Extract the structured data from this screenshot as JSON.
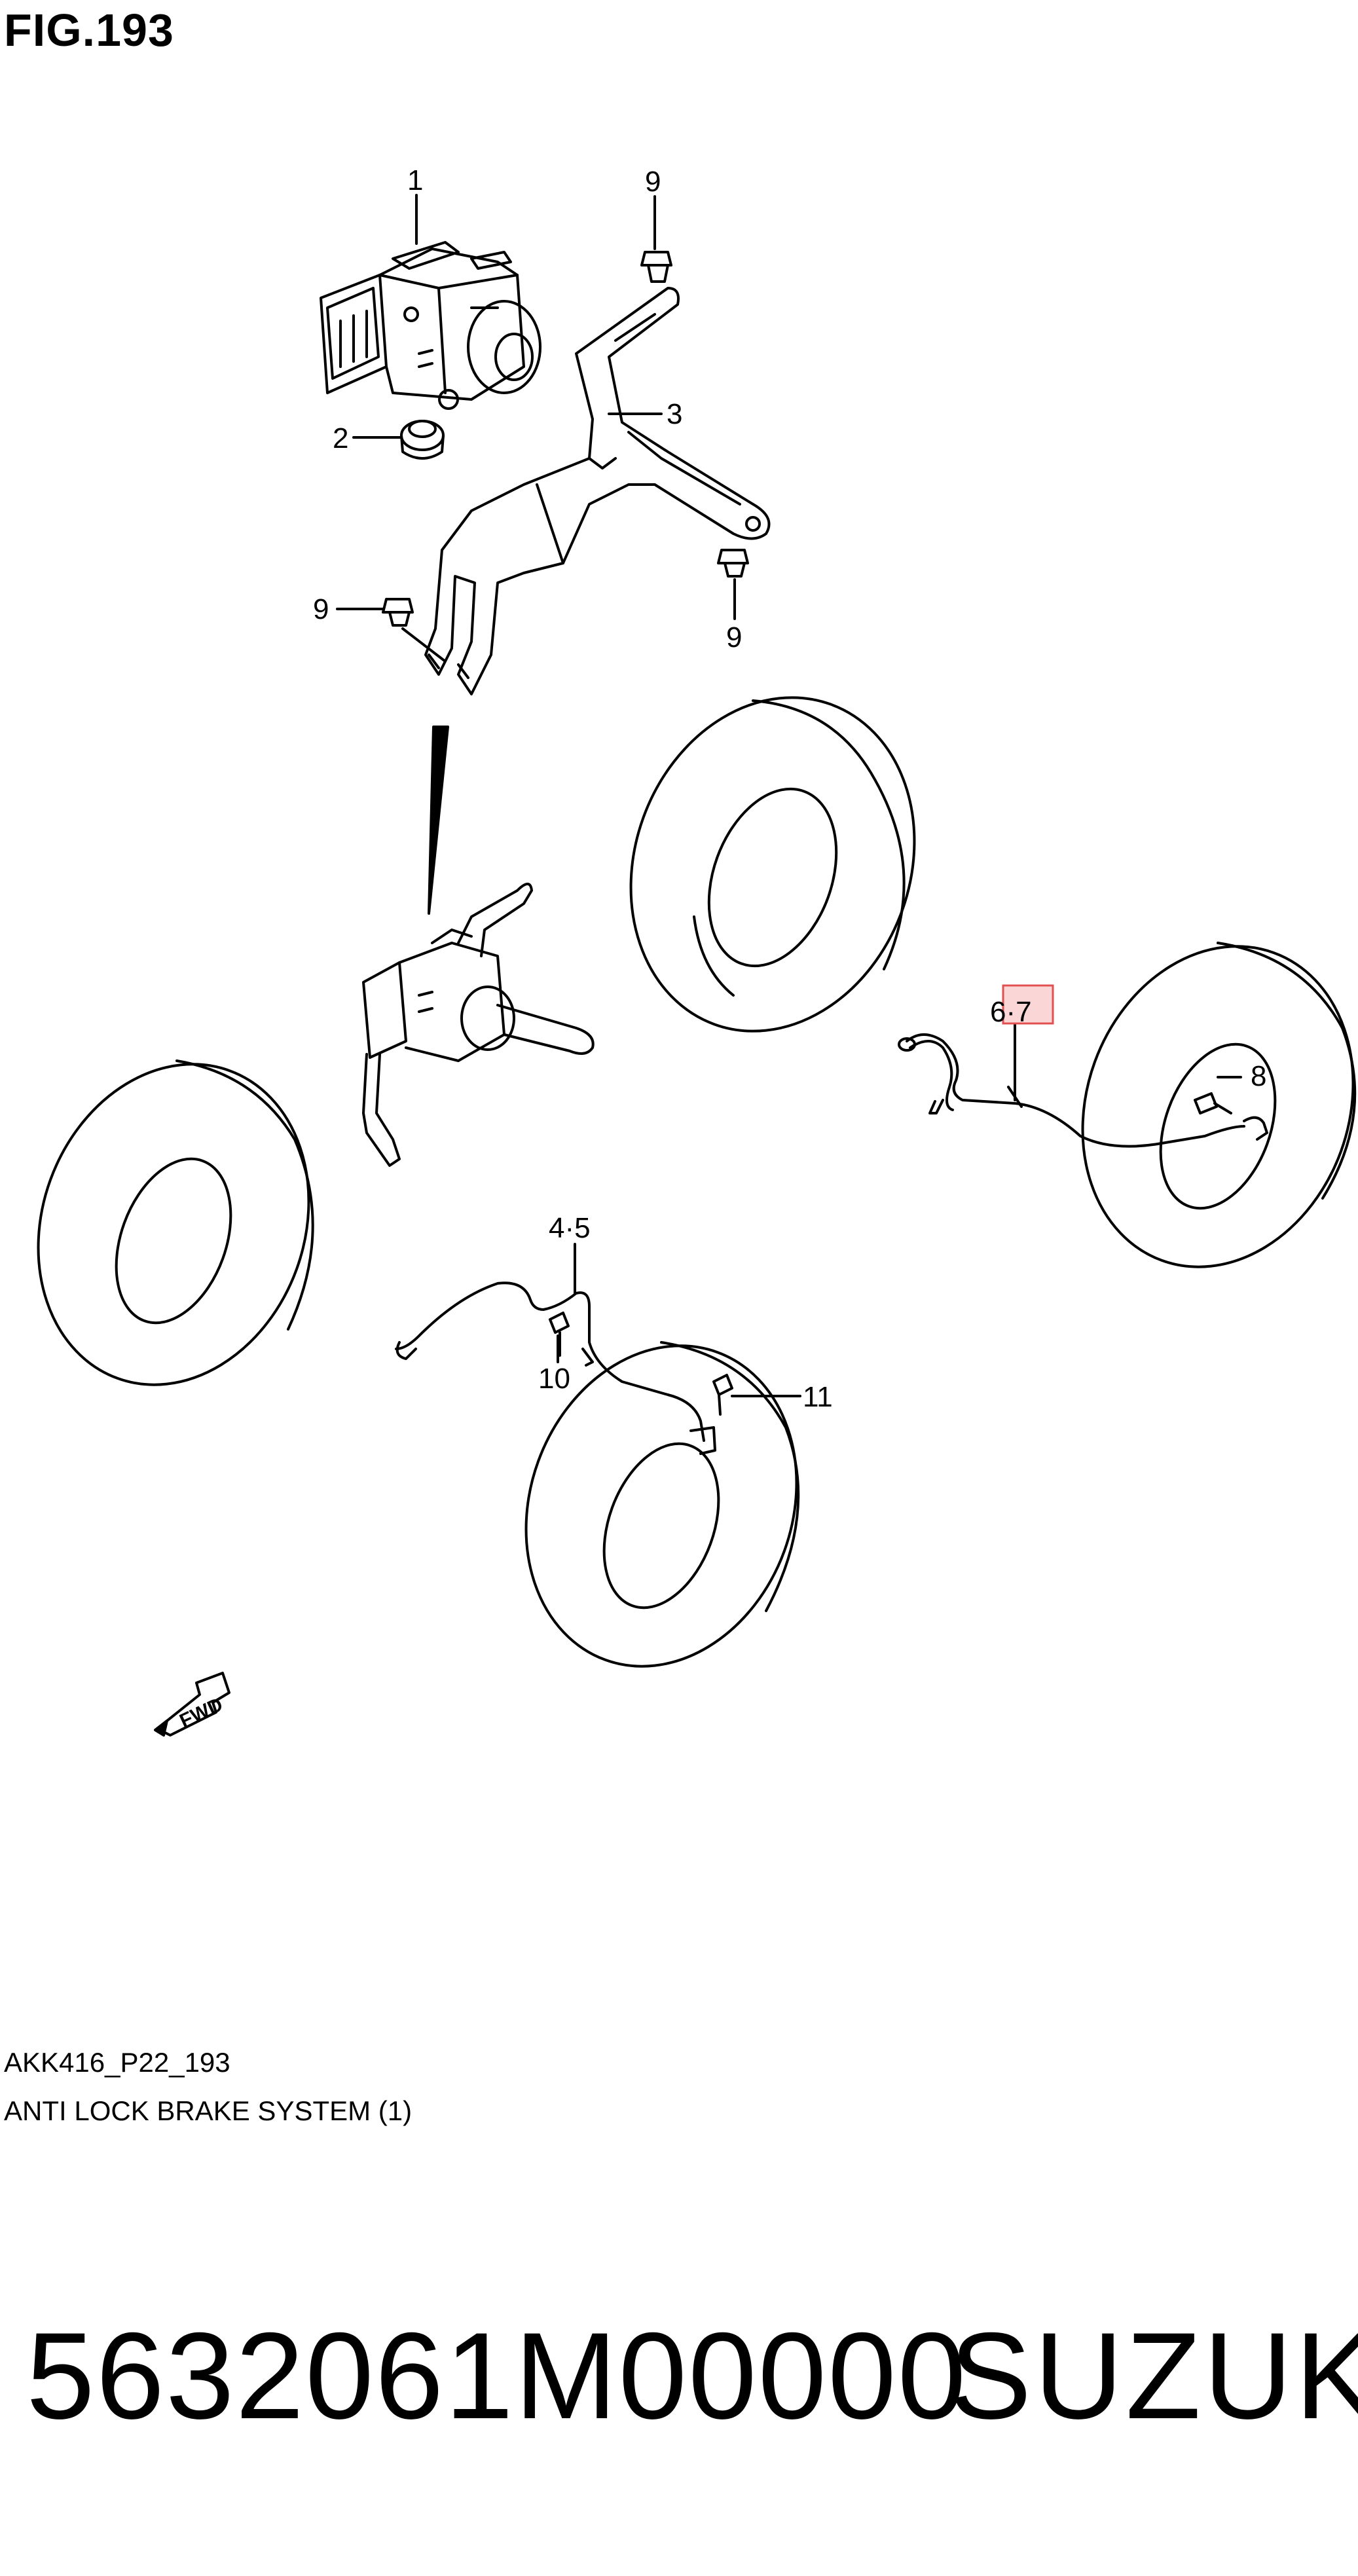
{
  "figure": {
    "title": "FIG.193",
    "code": "AKK416_P22_193",
    "name": "ANTI LOCK BRAKE SYSTEM (1)"
  },
  "callouts": [
    {
      "id": "c1",
      "text": "1"
    },
    {
      "id": "c9a",
      "text": "9"
    },
    {
      "id": "c3",
      "text": "3"
    },
    {
      "id": "c2",
      "text": "2"
    },
    {
      "id": "c9b",
      "text": "9"
    },
    {
      "id": "c9c",
      "text": "9"
    },
    {
      "id": "c67",
      "text": "6·7",
      "highlighted": true
    },
    {
      "id": "c8",
      "text": "8"
    },
    {
      "id": "c45",
      "text": "4·5"
    },
    {
      "id": "c10",
      "text": "10"
    },
    {
      "id": "c11",
      "text": "11"
    }
  ],
  "fwd_label": "FWD",
  "footer": {
    "part_number": "5632061M00000",
    "brand": "SUZUKI"
  },
  "colors": {
    "line": "#000000",
    "highlight_fill": "#fbd6d6",
    "highlight_stroke": "#e05050"
  }
}
